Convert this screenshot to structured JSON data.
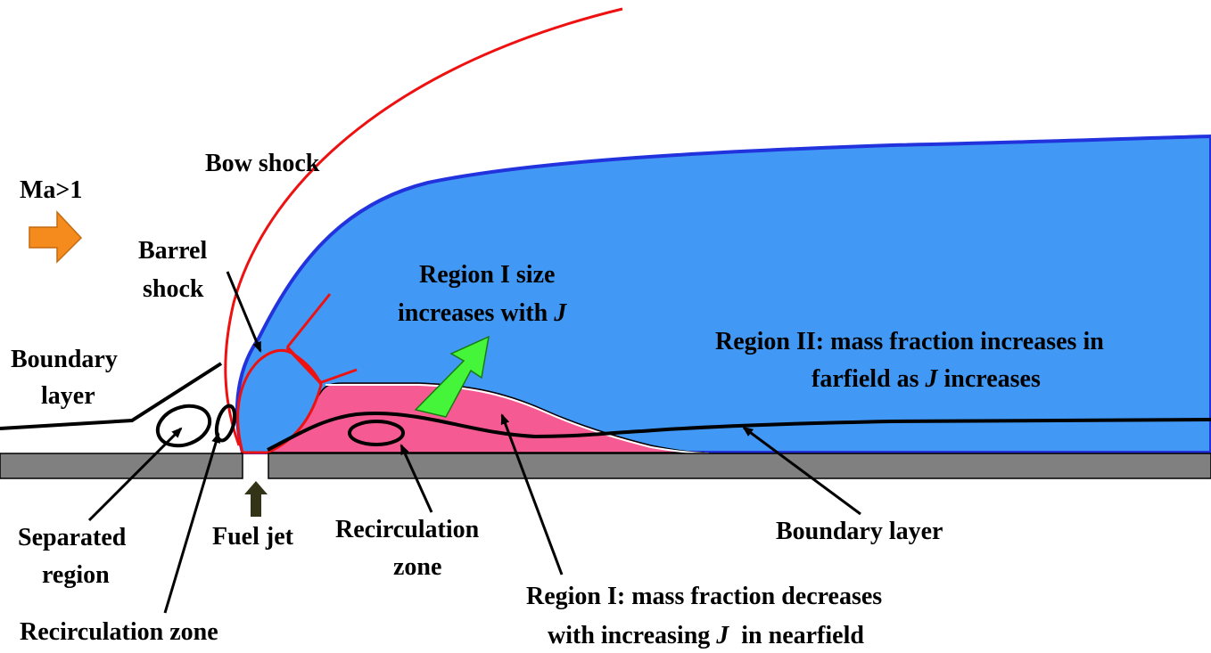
{
  "colors": {
    "plume_blue": "#4199f5",
    "plume_edge": "#2233dd",
    "region1_pink": "#f55b92",
    "shock_red": "#ee1111",
    "wall_gray": "#808080",
    "flow_arrow_orange": "#f48b1c",
    "growth_arrow_green": "#44f53a",
    "jet_arrow_dark": "#333318"
  },
  "labels": {
    "mach": "Ma>1",
    "bow_shock": "Bow shock",
    "barrel_shock_1": "Barrel",
    "barrel_shock_2": "shock",
    "boundary_layer_left_1": "Boundary",
    "boundary_layer_left_2": "layer",
    "region1_size_1": "Region I size",
    "region1_size_2": "increases with ",
    "region2_1": "Region II: mass fraction increases in",
    "region2_2a": "farfield as ",
    "region2_2b": " increases",
    "separated_1": "Separated",
    "separated_2": "region",
    "fuel_jet": "Fuel jet",
    "recirc_center_1": "Recirculation",
    "recirc_center_2": "zone",
    "boundary_layer_right": "Boundary layer",
    "region1_1": "Region I: mass fraction decreases",
    "region1_2a": "with increasing ",
    "region1_2b": "  in nearfield",
    "recirc_bottom": "Recirculation zone",
    "j_symbol": "J"
  }
}
